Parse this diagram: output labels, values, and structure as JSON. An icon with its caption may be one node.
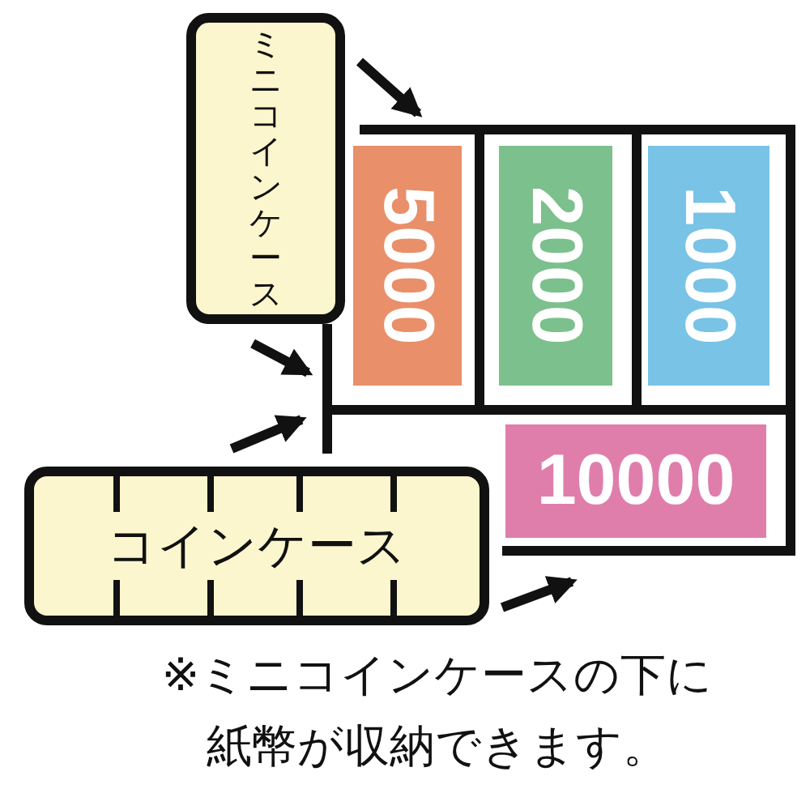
{
  "diagram": {
    "nodes": [
      {
        "text": [
          "ミニコインケース"
        ]
      },
      {
        "text": [
          "5000"
        ]
      },
      {
        "text": [
          "2000"
        ]
      },
      {
        "text": [
          "1000"
        ]
      },
      {
        "text": [
          "10000"
        ]
      },
      {
        "text": [
          "コインケース"
        ]
      }
    ],
    "labels": [
      "※ミニコインケースの下に紙幣が収納できます。"
    ]
  }
}
